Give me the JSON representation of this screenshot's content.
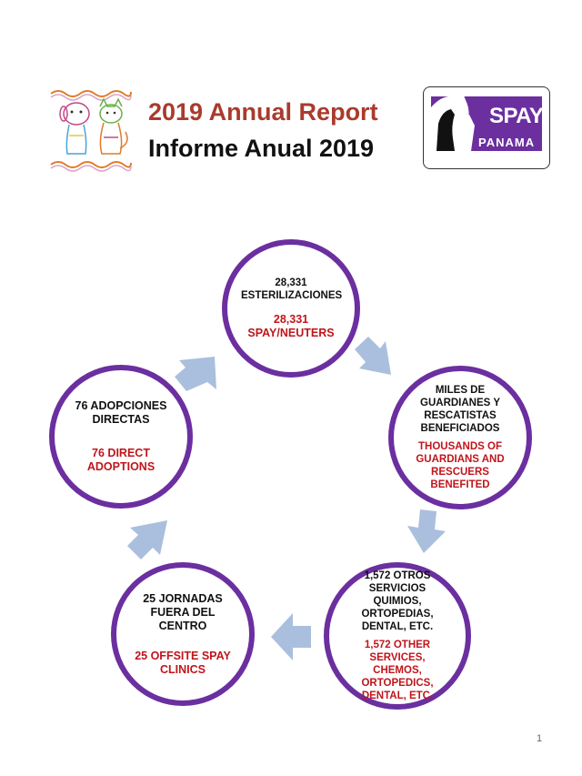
{
  "header": {
    "title_en": "2019 Annual Report",
    "title_es": "Informe Anual 2019"
  },
  "logos": {
    "left": "cat-and-dog-drawing-logo",
    "right_line1": "SPAY",
    "right_line2": "PANAMA"
  },
  "cycle": [
    {
      "es": "28,331 ESTERILIZACIONES",
      "en": "28,331 SPAY/NEUTERS"
    },
    {
      "es": "MILES DE GUARDIANES Y RESCATISTAS BENEFICIADOS",
      "en": "THOUSANDS OF GUARDIANS AND RESCUERS BENEFITED"
    },
    {
      "es": "1,572 OTROS SERVICIOS QUIMIOS, ORTOPEDIAS, DENTAL, ETC.",
      "en": "1,572 OTHER SERVICES, CHEMOS, ORTOPEDICS, DENTAL, ETC."
    },
    {
      "es": "25 JORNADAS FUERA DEL CENTRO",
      "en": "25 OFFSITE SPAY CLINICS"
    },
    {
      "es": "76 ADOPCIONES DIRECTAS",
      "en": "76 DIRECT ADOPTIONS"
    }
  ],
  "page_number": "1",
  "colors": {
    "title_red": "#a93b2d",
    "circle_border": "#6b2fa0",
    "english_red": "#c0151b",
    "arrow_blue": "#aabfdd",
    "brand_purple": "#6b2fa0"
  }
}
